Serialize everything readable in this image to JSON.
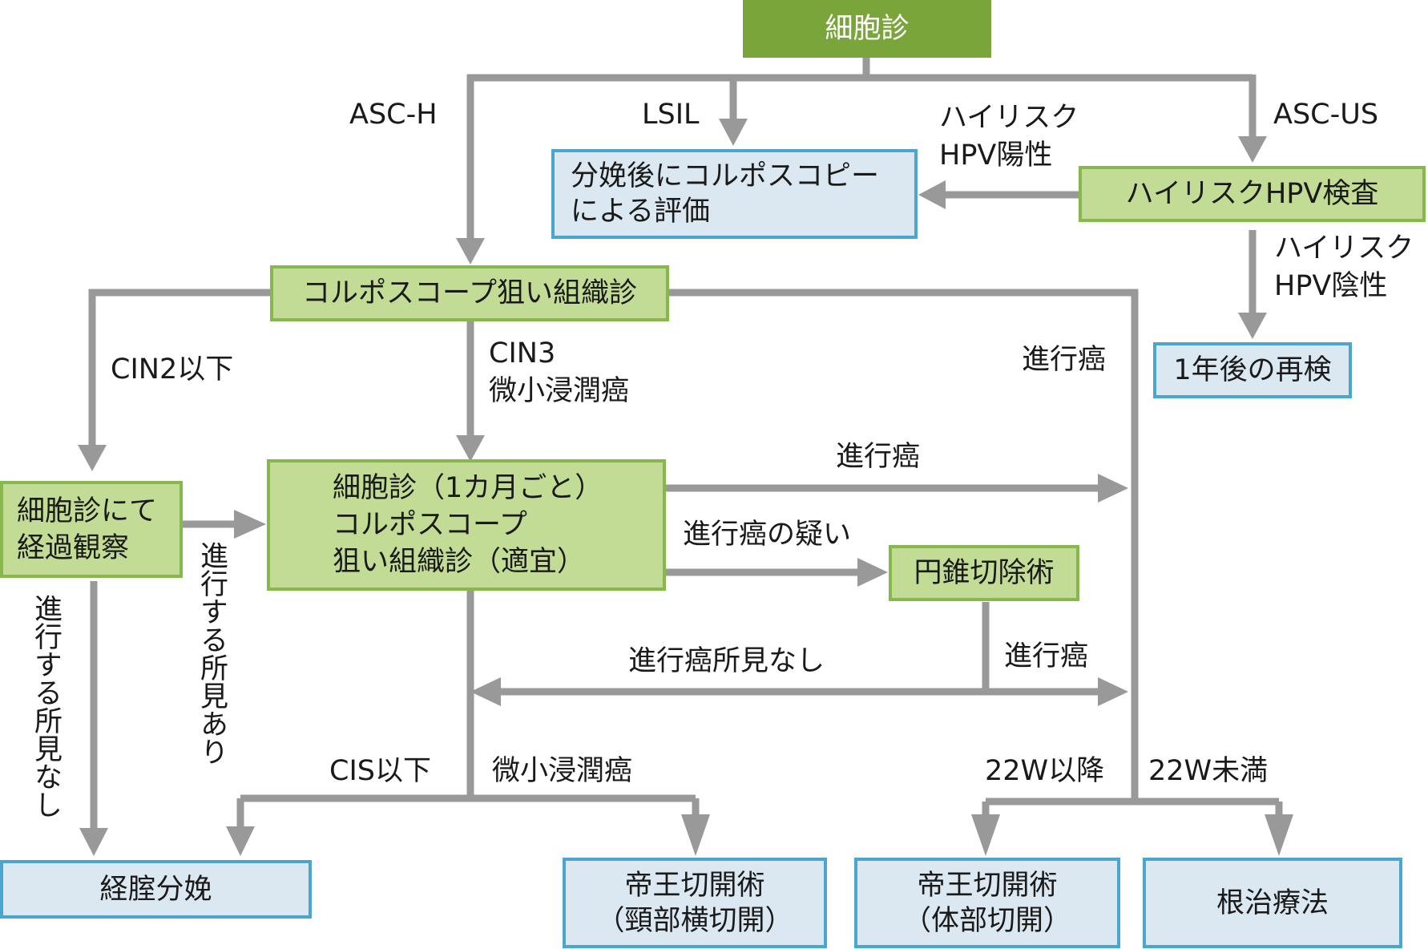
{
  "nodes": {
    "cytology": "細胞診",
    "colpo_eval": [
      "分娩後にコルポスコピー",
      "による評価"
    ],
    "hpv_test": "ハイリスクHPV検査",
    "recheck": "1年後の再検",
    "biopsy": "コルポスコープ狙い組織診",
    "observe": [
      "細胞診にて",
      "経過観察"
    ],
    "monitor": [
      "細胞診（1カ月ごと）",
      "コルポスコープ",
      "狙い組織診（適宜）"
    ],
    "conization": "円錐切除術",
    "vaginal": "経腟分娩",
    "cs_low": [
      "帝王切開術",
      "（頸部横切開）"
    ],
    "cs_body": [
      "帝王切開術",
      "（体部切開）"
    ],
    "radical": "根治療法"
  },
  "labels": {
    "asc_h": "ASC-H",
    "lsil": "LSIL",
    "hr_pos": [
      "ハイリスク",
      "HPV陽性"
    ],
    "asc_us": "ASC-US",
    "hr_neg": [
      "ハイリスク",
      "HPV陰性"
    ],
    "cin2": "CIN2以下",
    "cin3": [
      "CIN3",
      "微小浸潤癌"
    ],
    "adv_right": "進行癌",
    "adv_mid": "進行癌",
    "suspect": "進行癌の疑い",
    "no_adv": "進行癌所見なし",
    "adv_cone": "進行癌",
    "prog_none": "進行する所見なし",
    "prog_found": "進行する所見あり",
    "cis": "CIS以下",
    "micro": "微小浸潤癌",
    "w22_after": "22W以降",
    "w22_before": "22W未満"
  },
  "colors": {
    "head_fill": "#79a53a",
    "green_fill": "#c3dc95",
    "green_border": "#86b84b",
    "blue_fill": "#dbe8f1",
    "blue_border": "#4aa6cf",
    "connector": "#999999"
  }
}
